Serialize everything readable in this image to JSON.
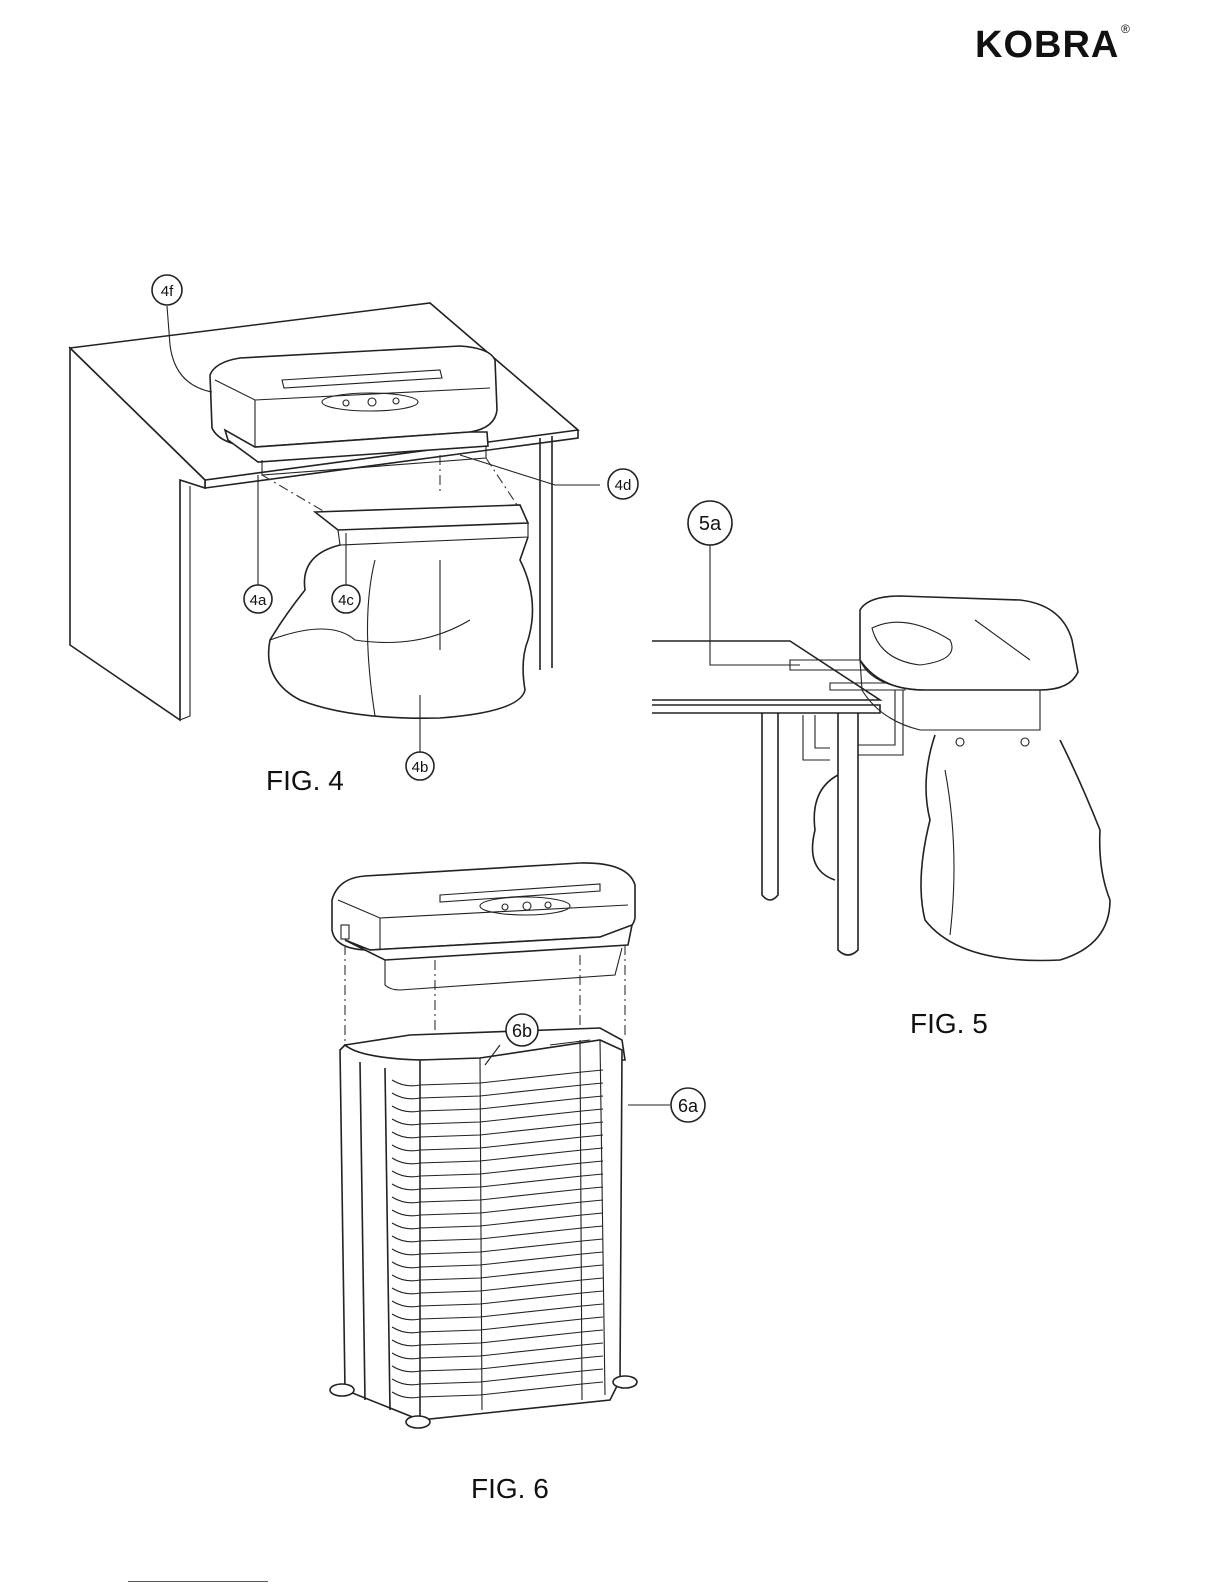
{
  "brand": {
    "logo_text": "KOBRA",
    "reg_mark": "®"
  },
  "figures": [
    {
      "caption": "FIG. 4",
      "callouts": [
        "4f",
        "4d",
        "4a",
        "4c",
        "4b"
      ]
    },
    {
      "caption": "FIG. 5",
      "callouts": [
        "5a"
      ]
    },
    {
      "caption": "FIG. 6",
      "callouts": [
        "6b",
        "6a"
      ]
    }
  ]
}
